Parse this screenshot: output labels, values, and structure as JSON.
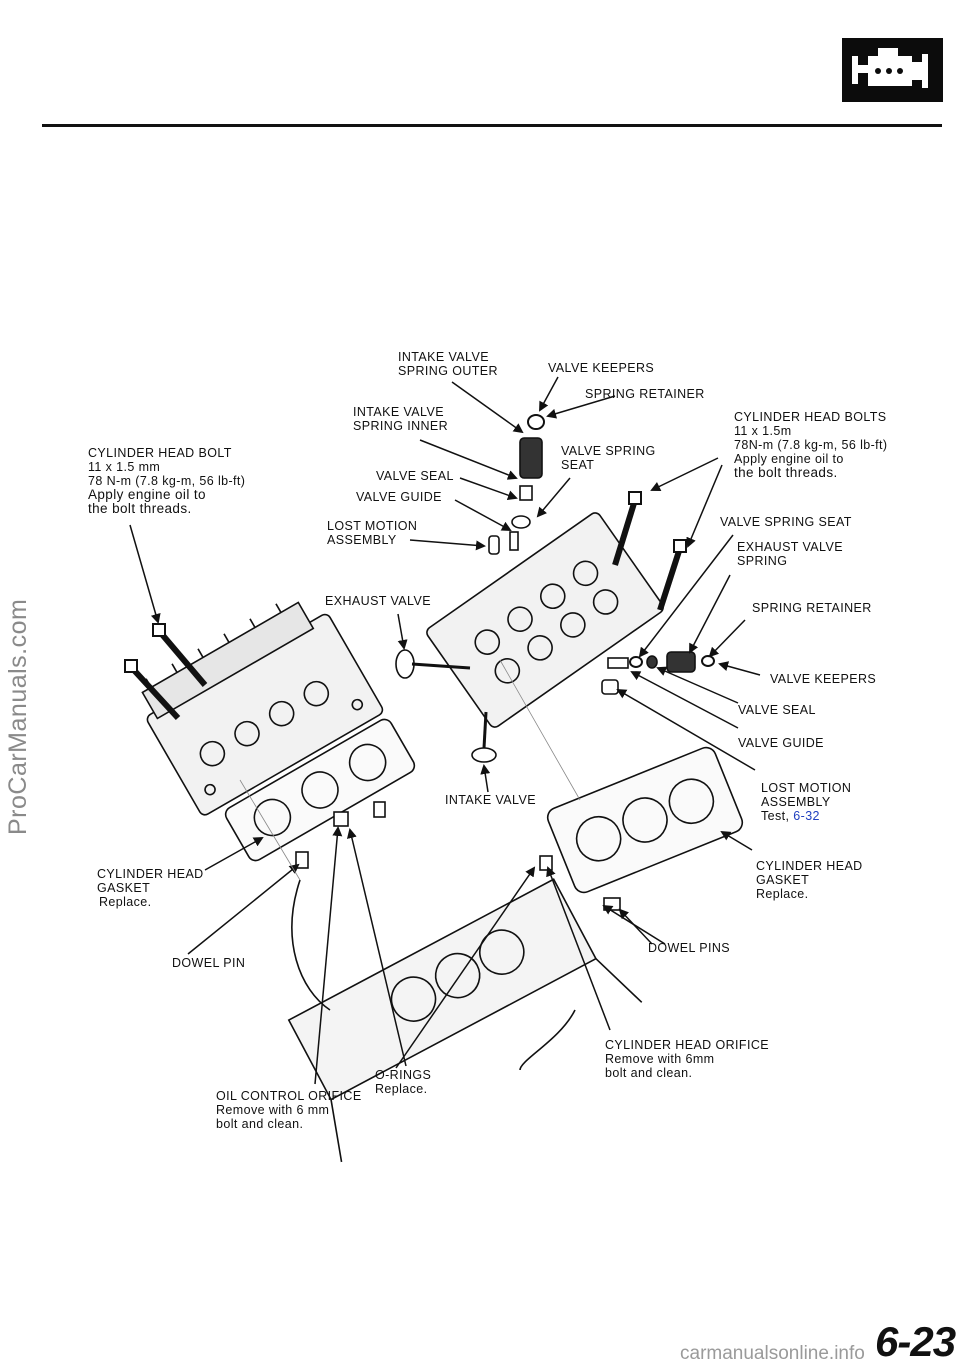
{
  "header": {
    "section_icon": "engine-section-icon"
  },
  "labels": {
    "intake_valve_spring_outer": [
      "INTAKE VALVE",
      "SPRING OUTER"
    ],
    "valve_keepers_top": "VALVE KEEPERS",
    "spring_retainer_top": "SPRING RETAINER",
    "intake_valve_spring_inner": [
      "INTAKE VALVE",
      "SPRING INNER"
    ],
    "valve_spring_seat_top": [
      "VALVE SPRING",
      "SEAT"
    ],
    "valve_seal_top": "VALVE SEAL",
    "valve_guide_top": "VALVE GUIDE",
    "lost_motion_top": [
      "LOST MOTION",
      "ASSEMBLY"
    ],
    "exhaust_valve": "EXHAUST VALVE",
    "cyl_head_bolt_left": {
      "title": "CYLINDER HEAD BOLT",
      "size": "11 x 1.5 mm",
      "torque": "78 N-m (7.8 kg-m, 56 lb-ft)",
      "note1": "Apply engine oil to",
      "note2": "the bolt threads."
    },
    "cyl_head_bolts_right": {
      "title": "CYLINDER HEAD BOLTS",
      "size": "11 x 1.5m",
      "torque": "78N-m (7.8 kg-m, 56 lb-ft)",
      "note1": "Apply engine oil to",
      "note2": "the bolt threads."
    },
    "valve_spring_seat_right": "VALVE SPRING SEAT",
    "exhaust_valve_spring": [
      "EXHAUST VALVE",
      "SPRING"
    ],
    "spring_retainer_right": "SPRING RETAINER",
    "valve_keepers_right": "VALVE KEEPERS",
    "valve_seal_right": "VALVE SEAL",
    "valve_guide_right": "VALVE GUIDE",
    "lost_motion_right": {
      "line1": "LOST MOTION",
      "line2": "ASSEMBLY",
      "test": "Test,",
      "ref": "6-32"
    },
    "intake_valve": "INTAKE VALVE",
    "cyl_head_gasket_left": {
      "line1": "CYLINDER HEAD",
      "line2": "GASKET",
      "note": "Replace."
    },
    "cyl_head_gasket_right": {
      "line1": "CYLINDER HEAD",
      "line2": "GASKET",
      "note": "Replace."
    },
    "dowel_pin": "DOWEL PIN",
    "dowel_pins": "DOWEL PINS",
    "cyl_head_orifice": {
      "line1": "CYLINDER HEAD ORIFICE",
      "line2": "Remove with 6mm",
      "line3": "bolt and clean."
    },
    "o_rings": {
      "line1": "O-RINGS",
      "line2": "Replace."
    },
    "oil_control_orifice": {
      "line1": "OIL CONTROL ORIFICE",
      "line2": "Remove with 6 mm",
      "line3": "bolt and clean."
    }
  },
  "watermark": "ProCarManuals.com",
  "page_number": "6-23",
  "footer": "carmanualsonline.info"
}
